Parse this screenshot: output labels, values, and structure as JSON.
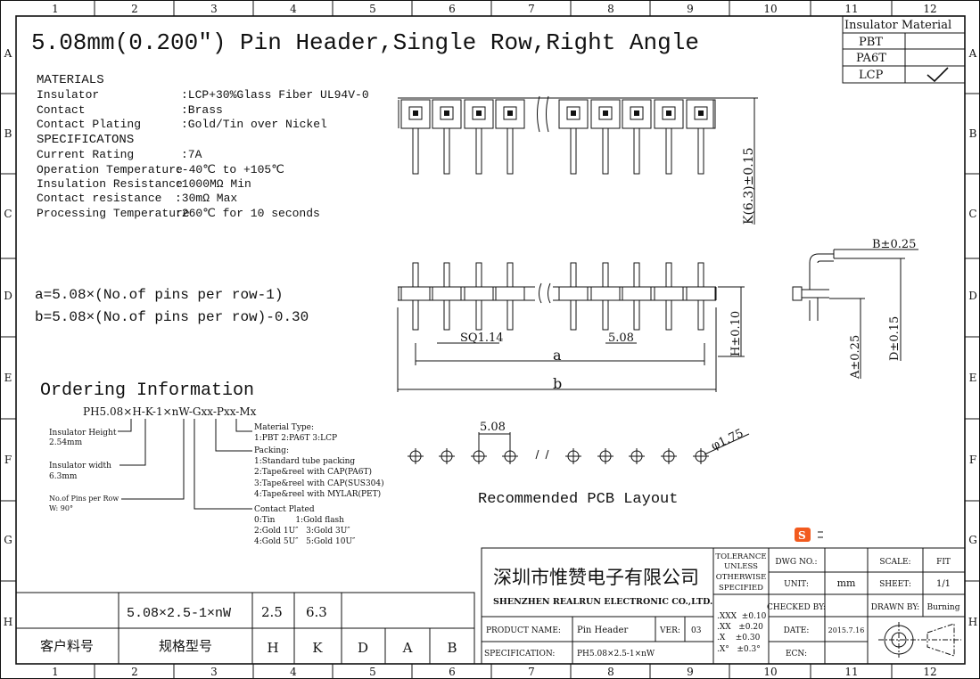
{
  "frame": {
    "cols": [
      "1",
      "2",
      "3",
      "4",
      "5",
      "6",
      "7",
      "8",
      "9",
      "10",
      "11",
      "12"
    ],
    "rows": [
      "A",
      "B",
      "C",
      "D",
      "E",
      "F",
      "G",
      "H"
    ]
  },
  "title": "5.08mm(0.200″) Pin Header,Single Row,Right Angle",
  "insulator_table": {
    "header": "Insulator Material",
    "items": [
      "PBT",
      "PA6T",
      "LCP"
    ],
    "checked": "LCP"
  },
  "materials": {
    "heading": "MATERIALS",
    "rows": [
      {
        "k": "Insulator",
        "v": ":LCP+30%Glass Fiber UL94V-0"
      },
      {
        "k": "Contact",
        "v": ":Brass"
      },
      {
        "k": "Contact Plating",
        "v": ":Gold/Tin over Nickel"
      }
    ]
  },
  "specs": {
    "heading": "SPECIFICATONS",
    "rows": [
      {
        "k": "Current Rating",
        "v": ":7A"
      },
      {
        "k": "Operation Temperature",
        "v": ":-40℃ to +105℃"
      },
      {
        "k": "Insulation Resistance",
        "v": ":1000MΩ Min"
      },
      {
        "k": "Contact resistance",
        "v": ":30mΩ Max"
      },
      {
        "k": "Processing Temperature",
        "v": ":260℃ for 10 seconds"
      }
    ]
  },
  "formulas": [
    "a=5.08×(No.of pins per row-1)",
    "b=5.08×(No.of pins per row)-0.30"
  ],
  "dims": {
    "k": "K(6.3)±0.15",
    "b_tol": "B±0.25",
    "h": "H±0.10",
    "a_tol": "A±0.25",
    "d": "D±0.15",
    "sq": "SQ1.14",
    "pitch": "5.08",
    "a": "a",
    "b": "b",
    "pcb_pitch": "5.08",
    "hole": "φ1.75"
  },
  "pcb_label": "Recommended PCB Layout",
  "ordering": {
    "heading": "Ordering Information",
    "code": "PH5.08×H-K-1×nW-Gxx-Pxx-Mx",
    "left": [
      [
        "Insulator Height",
        "2.54mm"
      ],
      [
        "Insulator width",
        "6.3mm"
      ],
      [
        "No.of Pins per Row",
        "W: 90°"
      ]
    ],
    "material": [
      "Material Type:",
      "1:PBT 2:PA6T  3:LCP"
    ],
    "packing": [
      "Packing:",
      "1:Standard tube packing",
      "2:Tape&reel with CAP(PA6T)",
      "3:Tape&reel with CAP(SUS304)",
      "4:Tape&reel with MYLAR(PET)"
    ],
    "plated": [
      "Contact Plated",
      "0:Tin        1:Gold flash",
      "2:Gold 1U″   3:Gold 3U″",
      "4:Gold 5U″   5:Gold 10U″"
    ]
  },
  "part_table": {
    "spec": "5.08×2.5-1×nW",
    "h": "2.5",
    "k": "6.3",
    "labels": [
      "客户料号",
      "规格型号",
      "H",
      "K",
      "D",
      "A",
      "B"
    ]
  },
  "title_block": {
    "company_cn": "深圳市惟赞电子有限公司",
    "company_en": "SHENZHEN REALRUN ELECTRONIC CO.,LTD.",
    "tolerance": [
      "TOLERANCE",
      "UNLESS",
      "OTHERWISE",
      "SPECIFIED"
    ],
    "tols": [
      ".XXX  ±0.10",
      ".XX   ±0.20",
      ".X    ±0.30",
      ".X°   ±0.3°"
    ],
    "dwg_no_label": "DWG NO.:",
    "unit_label": "UNIT:",
    "unit": "mm",
    "checked_label": "CHECKED BY:",
    "date_label": "DATE:",
    "date": "2015.7.16",
    "ecn_label": "ECN:",
    "scale_label": "SCALE:",
    "scale": "FIT",
    "sheet_label": "SHEET:",
    "sheet": "1/1",
    "drawn_label": "DRAWN BY:",
    "drawn": "Burning",
    "product_label": "PRODUCT NAME:",
    "product": "Pin Header",
    "ver_label": "VER:",
    "ver": "03",
    "spec_label": "SPECIFICATION:",
    "spec": "PH5.08×2.5-1×nW"
  },
  "ime_icon": "S"
}
